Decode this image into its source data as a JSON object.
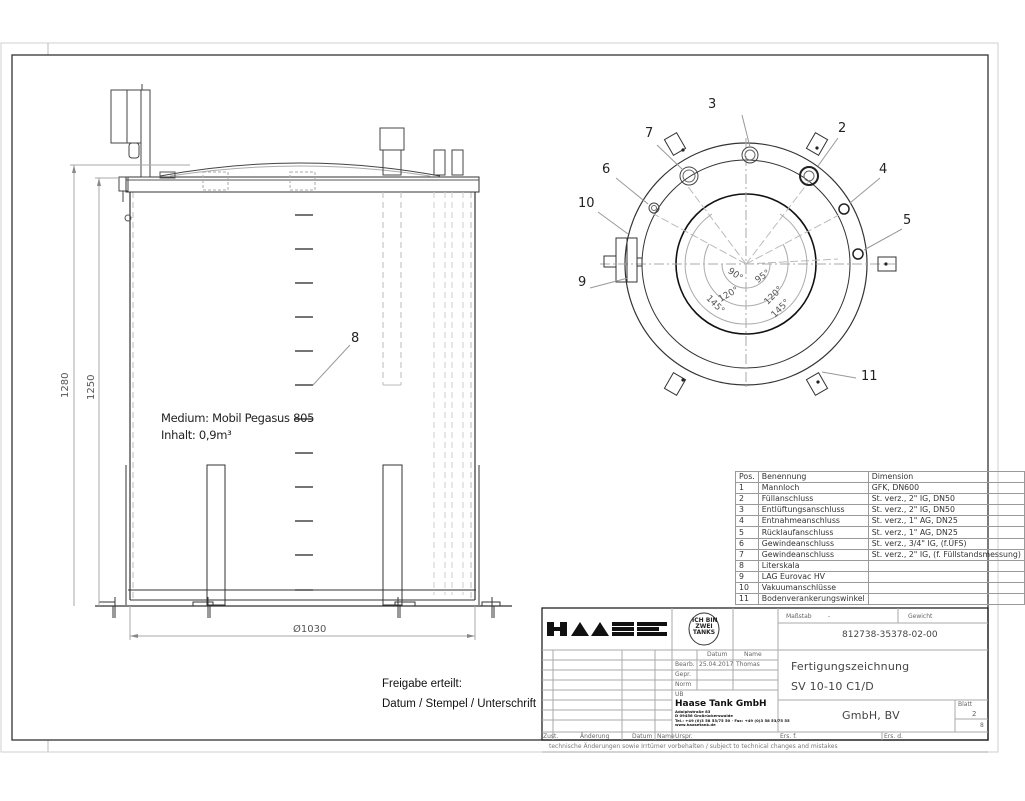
{
  "side_view": {
    "medium_label": "Medium: Mobil Pegasus 805",
    "content_label": "Inhalt: 0,9m³",
    "dimensions": {
      "overall_height": "1280",
      "body_height": "1250",
      "diameter": "Ø1030"
    },
    "callout": "8",
    "scale_ticks": 12
  },
  "top_view": {
    "callouts": [
      {
        "id": "3",
        "label": "3"
      },
      {
        "id": "7",
        "label": "7"
      },
      {
        "id": "2",
        "label": "2"
      },
      {
        "id": "6",
        "label": "6"
      },
      {
        "id": "4",
        "label": "4"
      },
      {
        "id": "10",
        "label": "10"
      },
      {
        "id": "5",
        "label": "5"
      },
      {
        "id": "9",
        "label": "9"
      },
      {
        "id": "11",
        "label": "11"
      }
    ],
    "angles": {
      "left_inner": "90°",
      "right_inner": "95°",
      "left_mid": "120°",
      "right_mid": "120°",
      "left_outer": "145°",
      "right_outer": "145°"
    }
  },
  "parts_list": {
    "headers": [
      "Pos.",
      "Benennung",
      "Dimension"
    ],
    "rows": [
      [
        "1",
        "Mannloch",
        "GFK, DN600"
      ],
      [
        "2",
        "Füllanschluss",
        "St. verz., 2\" IG, DN50"
      ],
      [
        "3",
        "Entlüftungsanschluss",
        "St. verz., 2\" IG, DN50"
      ],
      [
        "4",
        "Entnahmeanschluss",
        "St. verz., 1\" AG, DN25"
      ],
      [
        "5",
        "Rücklaufanschluss",
        "St. verz., 1\" AG, DN25"
      ],
      [
        "6",
        "Gewindeanschluss",
        "St. verz., 3/4\" IG, (f.ÜFS)"
      ],
      [
        "7",
        "Gewindeanschluss",
        "St. verz., 2\" IG, (f. Füllstandsmessung)"
      ],
      [
        "8",
        "Literskala",
        ""
      ],
      [
        "9",
        "LAG Eurovac HV",
        ""
      ],
      [
        "10",
        "Vakuumanschlüsse",
        ""
      ],
      [
        "11",
        "Bodenverankerungswinkel",
        ""
      ]
    ]
  },
  "release_note": {
    "line1": "Freigabe erteilt:",
    "line2": "Datum / Stempel / Unterschrift"
  },
  "title_block": {
    "logo_text": "HAASE",
    "badge_lines": [
      "ICH BIN",
      "ZWEI",
      "TANKS"
    ],
    "scale_label": "Maßstab",
    "scale_value": "-",
    "weight_label": "Gewicht",
    "drawing_number": "812738-35378-02-00",
    "date_header": "Datum",
    "name_header": "Name",
    "rows": [
      {
        "label": "Bearb.",
        "date": "25.04.2017",
        "name": "Thomas"
      },
      {
        "label": "Gepr.",
        "date": "",
        "name": ""
      },
      {
        "label": "Norm",
        "date": "",
        "name": ""
      },
      {
        "label": "UB",
        "date": "",
        "name": ""
      }
    ],
    "title_line1": "Fertigungszeichnung",
    "title_line2": "SV 10-10 C1/D",
    "company_name": "Haase Tank GmbH",
    "company_address": [
      "Adolphstraße 83",
      "D 09456 Großrückerswalde",
      "Tel.: +49 (0)3 58 53/75 50 · Fax: +49 (0)3 58 53/75 55",
      "www.haasetank.de"
    ],
    "customer": "GmbH, BV",
    "sheet_label": "Blatt",
    "sheet_value": "2",
    "sheets_total": "8",
    "revision_headers": [
      "Zust.",
      "Änderung",
      "Datum",
      "Name",
      "Urspr."
    ],
    "ers_fuer": "Ers. f.",
    "ers_durch": "Ers. d.",
    "footnote": "technische Änderungen sowie Irrtümer vorbehalten / subject to technical changes and mistakes"
  },
  "colors": {
    "line": "#222222",
    "hidden_line": "#b8b8b8",
    "frame_light": "#c8c8c8",
    "leader": "#999999"
  }
}
